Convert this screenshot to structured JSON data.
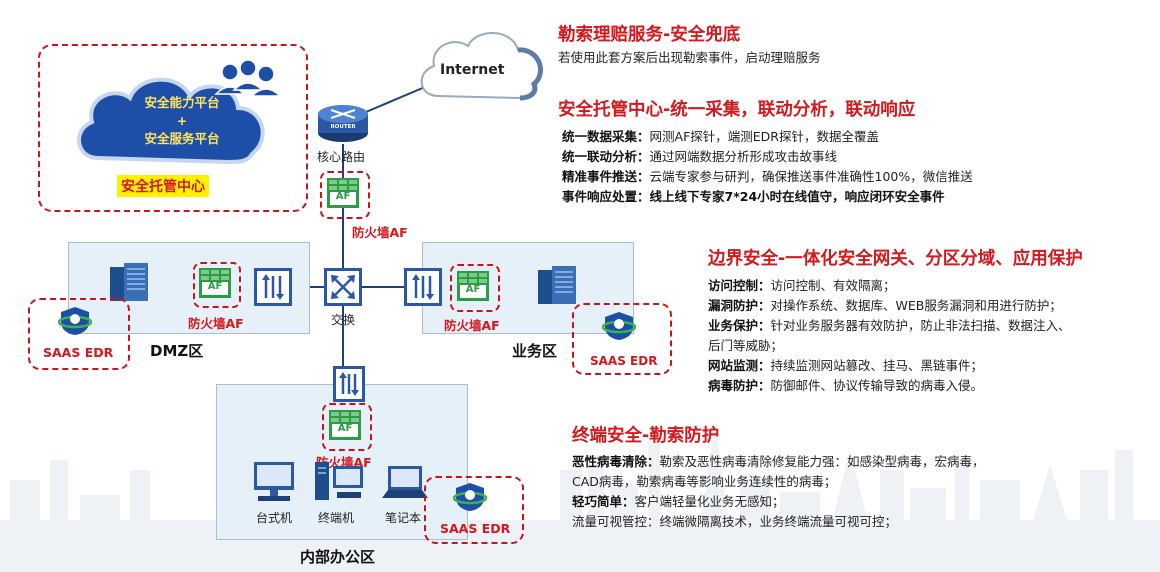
{
  "cloud_internet": {
    "label": "Internet"
  },
  "soc_box": {
    "platform_line1": "安全能力平台",
    "platform_plus": "+",
    "platform_line2": "安全服务平台",
    "title": "安全托管中心"
  },
  "core": {
    "router_badge": "ROUTER",
    "router_label": "核心路由",
    "firewall_label": "防火墙AF"
  },
  "switch": {
    "label": "交换"
  },
  "dmz": {
    "title": "DMZ区",
    "firewall_label": "防火墙AF",
    "edr_label": "SAAS EDR"
  },
  "business": {
    "title": "业务区",
    "firewall_label": "防火墙AF",
    "edr_label": "SAAS EDR"
  },
  "office": {
    "title": "内部办公区",
    "firewall_label": "防火墙AF",
    "desktop_label": "台式机",
    "terminal_label": "终端机",
    "laptop_label": "笔记本",
    "edr_label": "SAAS EDR"
  },
  "af_badge": "AF",
  "sections": [
    {
      "title": "勒索理赔服务-安全兜底",
      "lines": [
        {
          "k": "",
          "v": "若使用此套方案后出现勒索事件，启动理赔服务"
        }
      ]
    },
    {
      "title": "安全托管中心-统一采集，联动分析，联动响应",
      "lines": [
        {
          "k": "统一数据采集：",
          "v": "网测AF探针，端测EDR探针，数据全覆盖"
        },
        {
          "k": "统一联动分析：",
          "v": "通过网端数据分析形成攻击故事线"
        },
        {
          "k": "精准事件推送：",
          "v": "云端专家参与研判，确保推送事件准确性100%，微信推送"
        },
        {
          "k": "事件响应处置：",
          "v": "线上线下专家7*24小时在线值守，响应闭环安全事件"
        }
      ]
    },
    {
      "title": "边界安全-一体化安全网关、分区分域、应用保护",
      "lines": [
        {
          "k": "访问控制：",
          "v": "访问控制、有效隔离；"
        },
        {
          "k": "漏洞防护：",
          "v": "对操作系统、数据库、WEB服务漏洞和用进行防护；"
        },
        {
          "k": "业务保护：",
          "v": "针对业务服务器有效防护，防止非法扫描、数据注入、"
        },
        {
          "k": "",
          "v": "后门等威胁；"
        },
        {
          "k": "网站监测：",
          "v": "持续监测网站篡改、挂马、黑链事件；"
        },
        {
          "k": "病毒防护：",
          "v": "防御邮件、协议传输导致的病毒入侵。"
        }
      ]
    },
    {
      "title": "终端安全-勒索防护",
      "lines": [
        {
          "k": "恶性病毒清除：",
          "v": "勒索及恶性病毒清除修复能力强：如感染型病毒，宏病毒，"
        },
        {
          "k": "",
          "v": "CAD病毒，勒索病毒等影响业务连续性的病毒；"
        },
        {
          "k": "轻巧简单：",
          "v": "客户端轻量化业务无感知；"
        },
        {
          "k": "",
          "v": "流量可视管控：终端微隔离技术，业务终端流量可视可控；"
        }
      ]
    }
  ],
  "colors": {
    "accent_red": "#d4181c",
    "zone_fill": "#e6f0f9",
    "link_blue": "#1f3f7a",
    "firewall_green": "#2e9b45"
  }
}
